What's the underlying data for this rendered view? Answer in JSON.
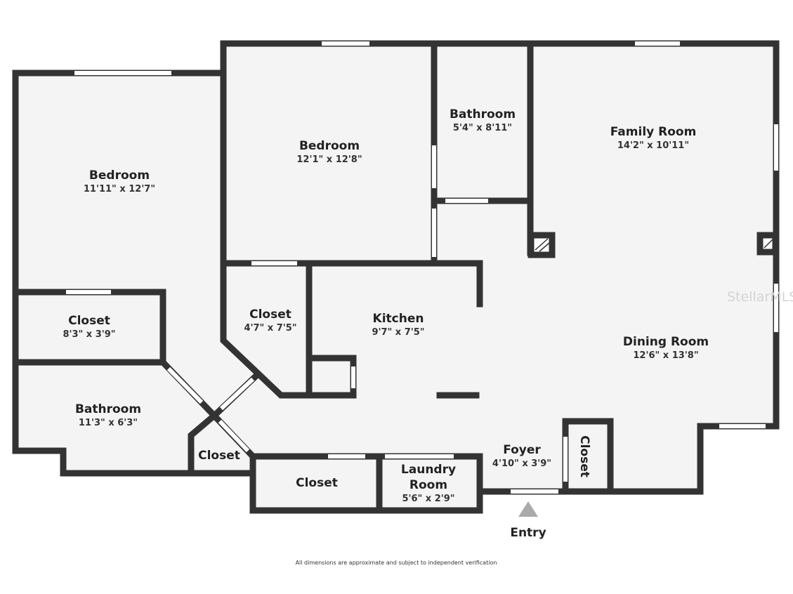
{
  "rooms": [
    {
      "name": "Bedroom",
      "dim": "11'11\" x 12'7\""
    },
    {
      "name": "Bedroom",
      "dim": "12'1\" x 12'8\""
    },
    {
      "name": "Bathroom",
      "dim": "5'4\" x 8'11\""
    },
    {
      "name": "Family Room",
      "dim": "14'2\" x 10'11\""
    },
    {
      "name": "Closet",
      "dim": "8'3\" x 3'9\""
    },
    {
      "name": "Closet",
      "dim": "4'7\" x 7'5\""
    },
    {
      "name": "Kitchen",
      "dim": "9'7\" x 7'5\""
    },
    {
      "name": "Dining Room",
      "dim": "12'6\" x 13'8\""
    },
    {
      "name": "Bathroom",
      "dim": "11'3\" x 6'3\""
    },
    {
      "name": "Closet"
    },
    {
      "name": "Closet"
    },
    {
      "name": "Laundry Room",
      "dim": "5'6\" x 2'9\""
    },
    {
      "name": "Foyer",
      "dim": "4'10\" x 3'9\""
    },
    {
      "name": "Closet"
    }
  ],
  "entry_label": "Entry",
  "disclaimer": "All dimensions are approximate and subject to independent verification",
  "watermark": "StellarMLS",
  "colors": {
    "wall": "#333333",
    "floor": "#f4f4f4",
    "entry_arrow": "#aaaaaa"
  }
}
